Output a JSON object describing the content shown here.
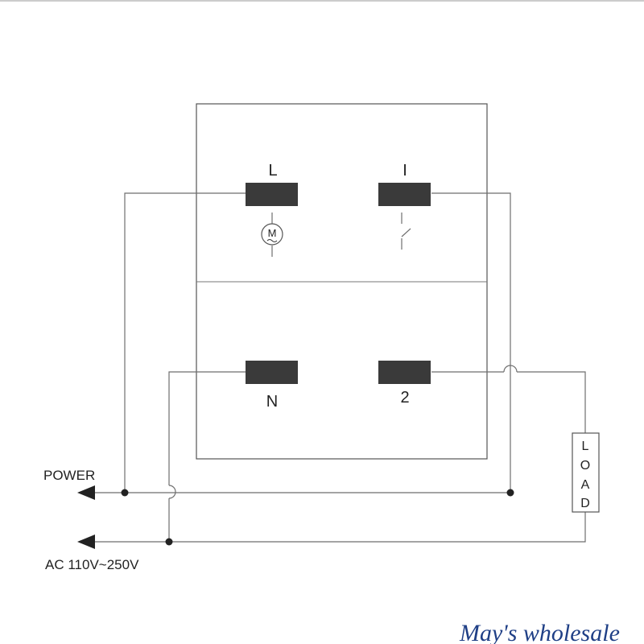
{
  "terminals": {
    "top_left": "L",
    "top_right": "I",
    "bottom_left": "N",
    "bottom_right": "2"
  },
  "motor_symbol": "M",
  "load_label": [
    "L",
    "O",
    "A",
    "D"
  ],
  "power_label": "POWER",
  "ac_label": "AC 110V~250V",
  "watermark": "May's wholesale",
  "colors": {
    "line": "#6e6e6e",
    "terminal": "#3a3a3a",
    "watermark": "#1f3f86"
  }
}
